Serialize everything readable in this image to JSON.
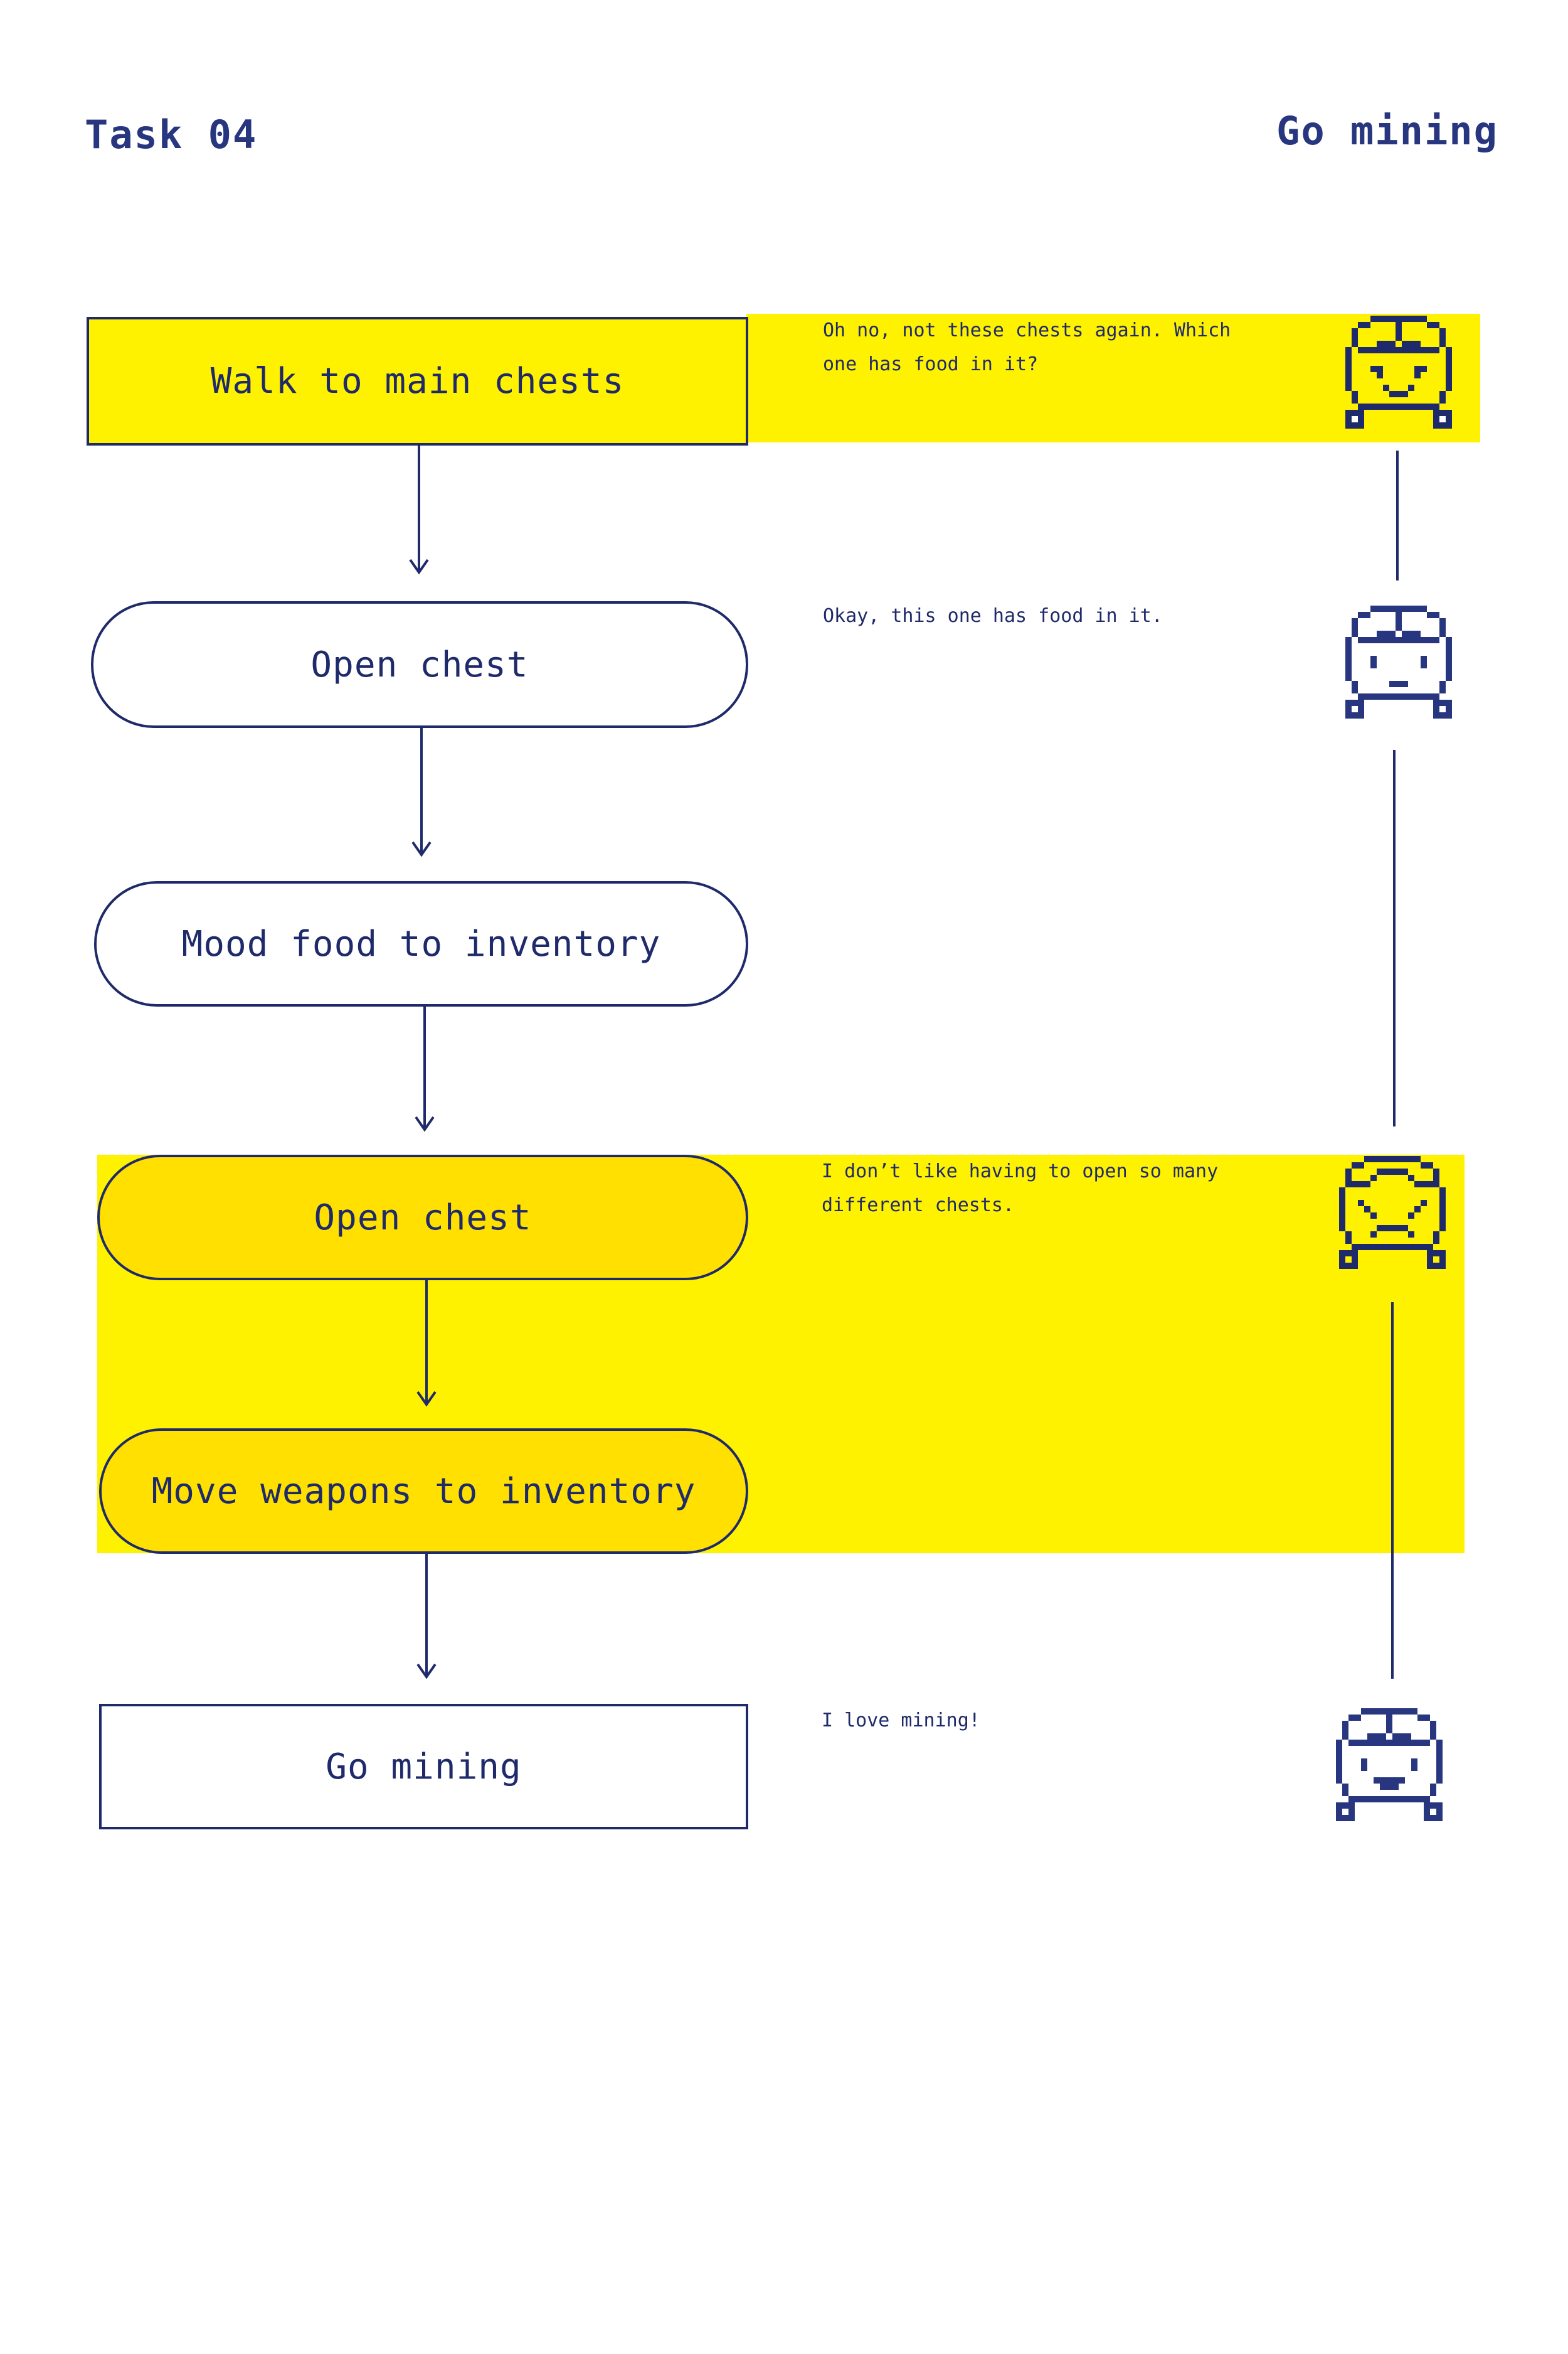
{
  "header": {
    "task": "Task 04",
    "title": "Go mining"
  },
  "colors": {
    "ink": "#1f2a6b",
    "highlight": "#fff200"
  },
  "steps": [
    {
      "label": "Walk to main chests",
      "shape": "rect"
    },
    {
      "label": "Open chest",
      "shape": "pill"
    },
    {
      "label": "Mood food to inventory",
      "shape": "pill"
    },
    {
      "label": "Open chest",
      "shape": "pill"
    },
    {
      "label": "Move weapons to inventory",
      "shape": "pill"
    },
    {
      "label": "Go mining",
      "shape": "rect"
    }
  ],
  "comments": [
    {
      "text": "Oh no, not these chests again. Which one has food in it?",
      "mood": "sad-face-icon"
    },
    {
      "text": "Okay, this one has food in it.",
      "mood": "neutral-face-icon"
    },
    {
      "text": "I don’t like having to open so many different chests.",
      "mood": "angry-face-icon"
    },
    {
      "text": "I love mining!",
      "mood": "happy-face-icon"
    }
  ]
}
